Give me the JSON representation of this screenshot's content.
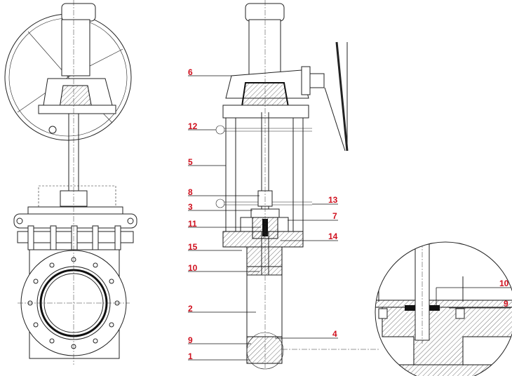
{
  "drawing": {
    "title": "Knife gate valve with handwheel and gear operator - sectional assembly",
    "labels_left": [
      "6",
      "12",
      "5",
      "8",
      "3",
      "11",
      "15",
      "10",
      "2",
      "9",
      "1"
    ],
    "labels_right": [
      "13",
      "7",
      "14",
      "4"
    ],
    "detail_labels": [
      "10",
      "9"
    ],
    "colors": {
      "label": "#d0101e",
      "line": "#222222"
    }
  }
}
